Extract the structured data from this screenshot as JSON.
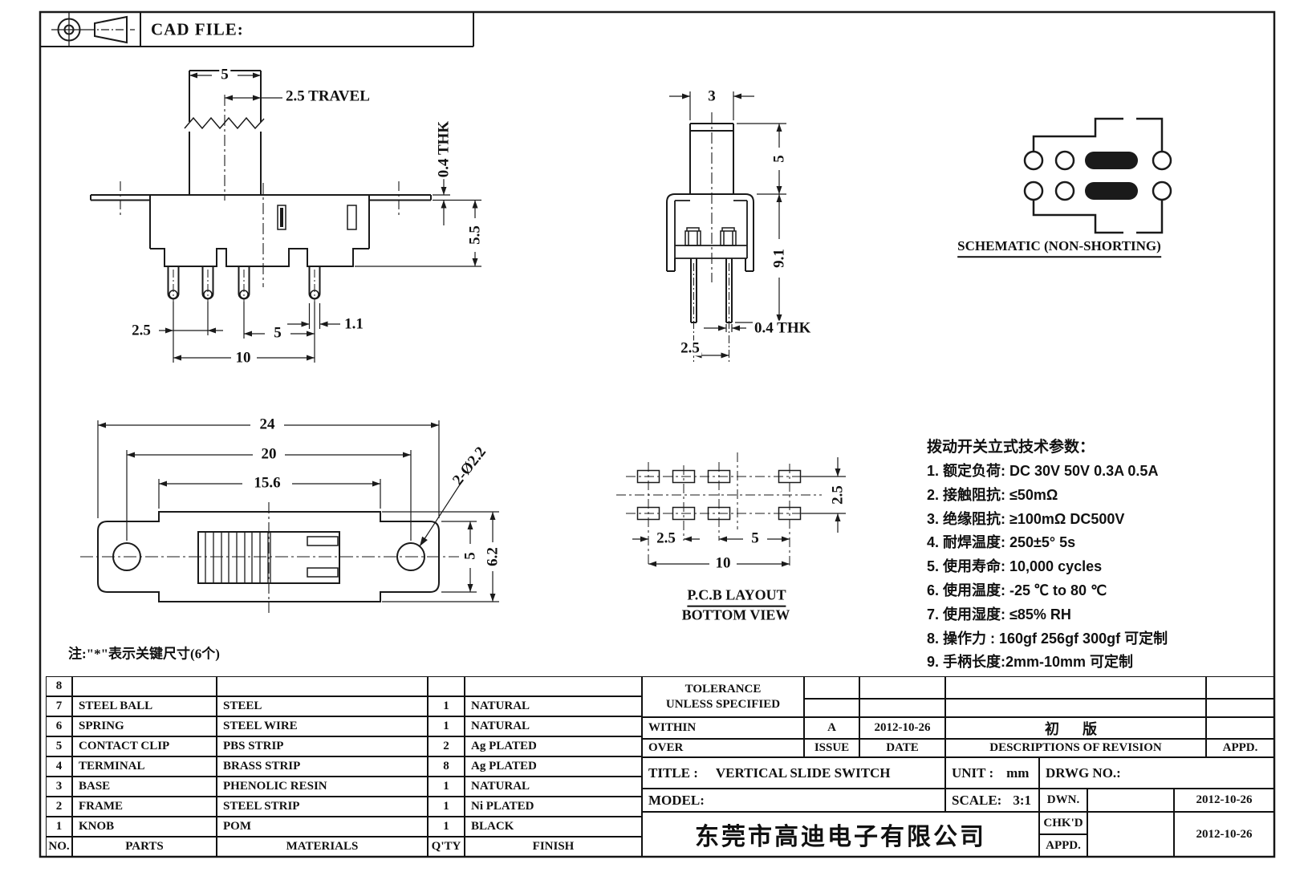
{
  "header": {
    "cad_file": "CAD FILE:"
  },
  "side_view": {
    "dim_width": "5",
    "dim_travel": "2.5 TRAVEL",
    "dim_thickness": "0.4 THK",
    "dim_height": "5.5",
    "dim_pin_pitch": "2.5",
    "dim_pin_span": "5",
    "dim_pin_width": "1.1",
    "dim_total_span": "10"
  },
  "front_view": {
    "dim_width": "3",
    "dim_actuator_height": "5",
    "dim_body_height": "9.1",
    "dim_pin_thickness": "0.4 THK",
    "dim_pin_pitch": "2.5"
  },
  "schematic": {
    "caption": "SCHEMATIC (NON-SHORTING)"
  },
  "bottom_view": {
    "dim_overall": "24",
    "dim_hole_span": "20",
    "dim_inner": "15.6",
    "dim_holes": "2-Ø2.2",
    "dim_end_height": "5",
    "dim_mid_height": "6.2"
  },
  "pcb_layout": {
    "dim_pitch": "2.5",
    "dim_span": "5",
    "dim_total": "10",
    "dim_row_pitch": "2.5",
    "caption_line1": "P.C.B LAYOUT",
    "caption_line2": "BOTTOM VIEW"
  },
  "note": {
    "text": "注:\"*\"表示关键尺寸(6个)"
  },
  "specs": {
    "title": "拨动开关立式技术参数：",
    "items": [
      "1.  额定负荷: DC 30V   50V   0.3A   0.5A",
      "2.  接触阻抗:  ≤50mΩ",
      "3.  绝缘阻抗:  ≥100mΩ   DC500V",
      "4.  耐焊温度: 250±5°  5s",
      "5.  使用寿命: 10,000 cycles",
      "6.  使用温度: -25 ℃  to 80 ℃",
      "7.  使用湿度:  ≤85% RH",
      "8.  操作力 : 160gf   256gf   300gf  可定制",
      "9.  手柄长度:2mm-10mm  可定制"
    ]
  },
  "parts_table": {
    "headers": {
      "no": "NO.",
      "parts": "PARTS",
      "materials": "MATERIALS",
      "qty": "Q'TY",
      "finish": "FINISH"
    },
    "rows": [
      {
        "no": "8",
        "parts": "",
        "materials": "",
        "qty": "",
        "finish": ""
      },
      {
        "no": "7",
        "parts": "STEEL BALL",
        "materials": "STEEL",
        "qty": "1",
        "finish": "NATURAL"
      },
      {
        "no": "6",
        "parts": "SPRING",
        "materials": "STEEL WIRE",
        "qty": "1",
        "finish": "NATURAL"
      },
      {
        "no": "5",
        "parts": "CONTACT CLIP",
        "materials": "PBS STRIP",
        "qty": "2",
        "finish": "Ag PLATED"
      },
      {
        "no": "4",
        "parts": "TERMINAL",
        "materials": "BRASS STRIP",
        "qty": "8",
        "finish": "Ag PLATED"
      },
      {
        "no": "3",
        "parts": "BASE",
        "materials": "PHENOLIC RESIN",
        "qty": "1",
        "finish": "NATURAL"
      },
      {
        "no": "2",
        "parts": "FRAME",
        "materials": "STEEL STRIP",
        "qty": "1",
        "finish": "Ni PLATED"
      },
      {
        "no": "1",
        "parts": "KNOB",
        "materials": "POM",
        "qty": "1",
        "finish": "BLACK"
      }
    ]
  },
  "title_block": {
    "tolerance_1": "TOLERANCE",
    "tolerance_2": "UNLESS  SPECIFIED",
    "within": "WITHIN",
    "over": "OVER",
    "issue_value": "A",
    "issue_date": "2012-10-26",
    "revision_desc": "初 版",
    "issue_label": "ISSUE",
    "date_label": "DATE",
    "desc_label": "DESCRIPTIONS  OF  REVISION",
    "appd_label": "APPD.",
    "title_label": "TITLE :",
    "title_value": "VERTICAL  SLIDE  SWITCH",
    "unit_label": "UNIT :",
    "unit_value": "mm",
    "drwg_label": "DRWG  NO.:",
    "model_label": "MODEL:",
    "scale_label": "SCALE:",
    "scale_value": "3:1",
    "dwn_label": "DWN.",
    "dwn_date": "2012-10-26",
    "chkd_label": "CHK'D",
    "appd2_label": "APPD.",
    "chk_date": "2012-10-26",
    "company": "东莞市高迪电子有限公司"
  }
}
